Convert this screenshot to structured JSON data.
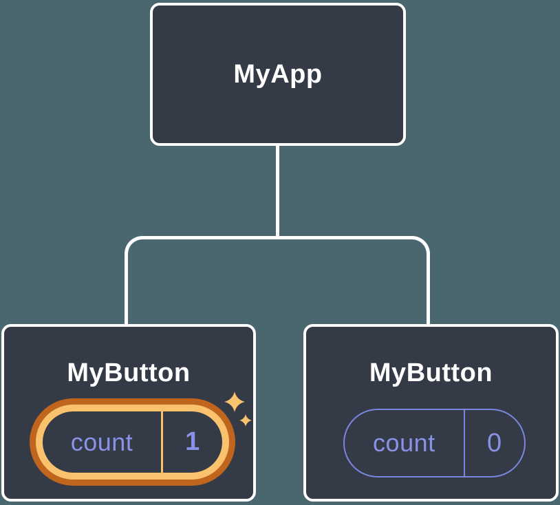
{
  "colors": {
    "bg": "#4a666e",
    "node-bg": "#343a46",
    "node-border": "#ffffff",
    "connector": "#ffffff",
    "node-title": "#ffffff",
    "state-text": "#8a92e8",
    "state-outline": "#7a86e4",
    "highlight-outer": "#c0651d",
    "highlight-inner": "#fac26d",
    "sparkle": "#f6c36e"
  },
  "diagram": {
    "root": {
      "title": "MyApp"
    },
    "children": [
      {
        "title": "MyButton",
        "state": {
          "key": "count",
          "value": "1",
          "highlighted": true
        },
        "icon": "sparkles"
      },
      {
        "title": "MyButton",
        "state": {
          "key": "count",
          "value": "0",
          "highlighted": false
        }
      }
    ]
  }
}
